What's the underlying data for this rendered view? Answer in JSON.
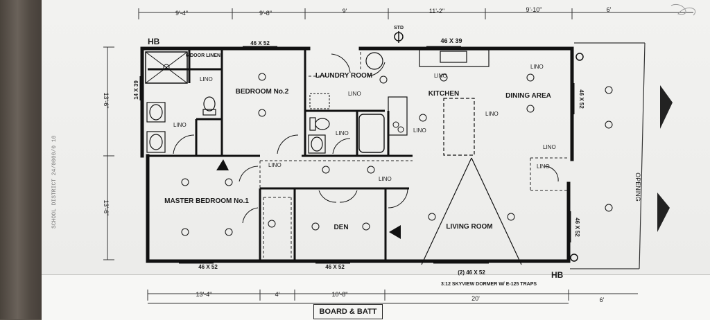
{
  "dimensions": {
    "top": [
      "9'-4\"",
      "9'-8\"",
      "9'",
      "11'-2\"",
      "9'-10\"",
      "6'"
    ],
    "bottom": [
      "13'-4\"",
      "4'",
      "10'-8\"",
      "20'",
      "6'"
    ],
    "left": [
      "13'-6\"",
      "13'-6\""
    ]
  },
  "labels": {
    "hb_top": "HB",
    "hb_bottom": "HB",
    "std": "STD",
    "window_top_left": "46 X 52",
    "window_top_right": "46 X 39",
    "window_left": "14 X 39",
    "window_right": "46 X 52",
    "window_right_lower": "46 X 52",
    "window_bottom_left": "46 X 52",
    "window_bottom_mid": "46 X 52",
    "window_bottom_right": "(2) 46 X 52",
    "linen": "6-DOOR LINEN",
    "opening": "OPENING",
    "skyview": "3:12 SKYVIEW DORMER W/ E-125 TRAPS",
    "board_batt": "BOARD & BATT"
  },
  "rooms": {
    "bedroom2": "BEDROOM No.2",
    "laundry": "LAUNDRY ROOM",
    "kitchen": "KITCHEN",
    "dining": "DINING AREA",
    "master": "MASTER BEDROOM No.1",
    "den": "DEN",
    "living": "LIVING ROOM"
  },
  "floor": {
    "lino": "LINO"
  },
  "side_text": "SCHOOL DISTRICT 24/0000/0 10"
}
